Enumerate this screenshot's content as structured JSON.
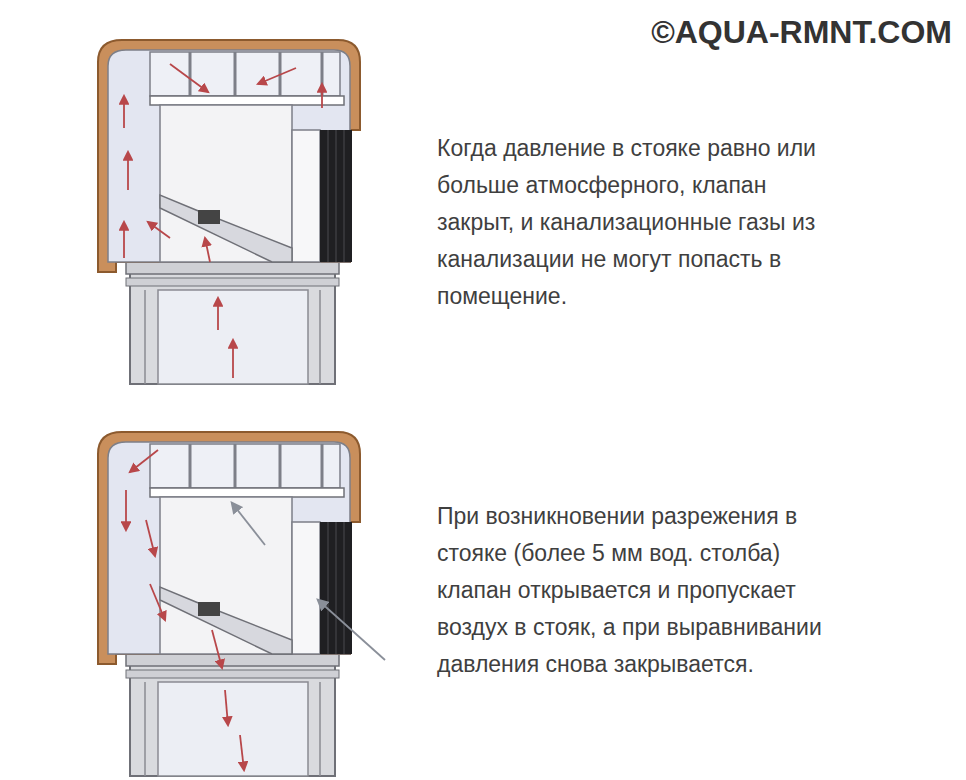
{
  "diagram": {
    "labels": [
      "©AQUA-RMNT.COM",
      "Когда давление в стояке равно или больше атмосферного, клапан закрыт, и канализационные газы из канализации не могут попасть в помещение.",
      "При возникновении разрежения в стояке (более 5 мм вод. столба) клапан открывается и пропускает воздух в стояк, а при выравнивании давления снова закрывается."
    ]
  }
}
